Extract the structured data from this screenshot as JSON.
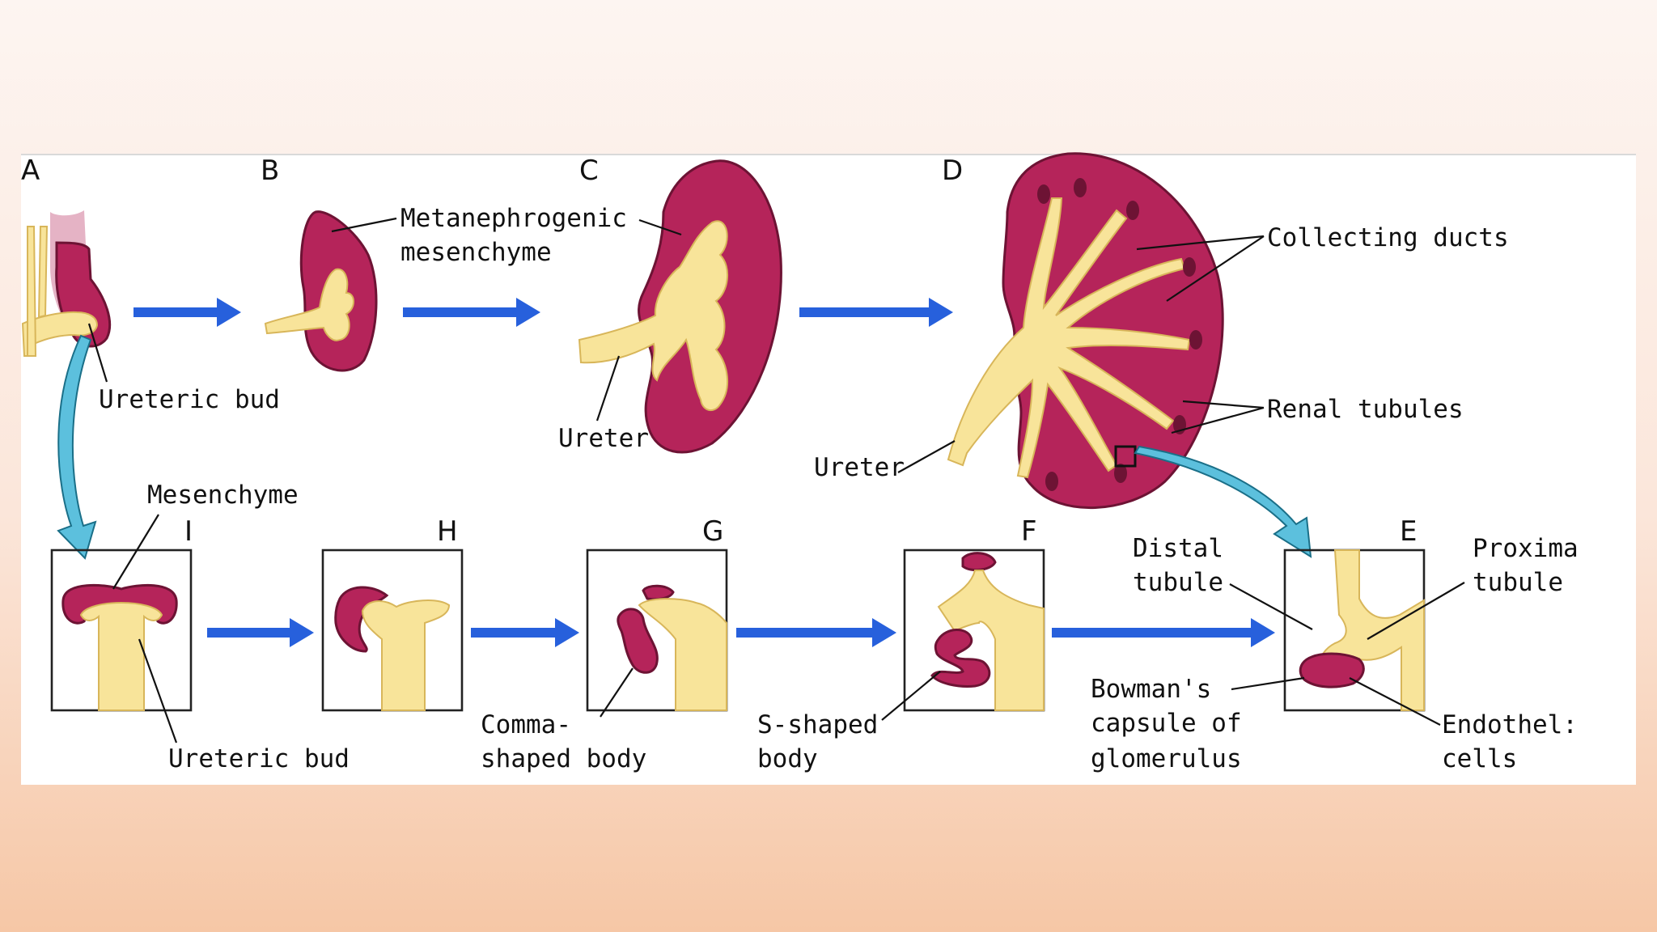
{
  "stage_letters": {
    "a": "A",
    "b": "B",
    "c": "C",
    "d": "D",
    "e": "E",
    "f": "F",
    "g": "G",
    "h": "H",
    "i": "I"
  },
  "labels": {
    "ureteric_bud_top": "Ureteric bud",
    "metanephrogenic_1": "Metanephrogenic",
    "metanephrogenic_2": "mesenchyme",
    "ureter_c": "Ureter",
    "ureter_d": "Ureter",
    "collecting_ducts": "Collecting ducts",
    "renal_tubules": "Renal tubules",
    "mesenchyme": "Mesenchyme",
    "ureteric_bud_bottom": "Ureteric bud",
    "comma_1": "Comma-",
    "comma_2": "shaped body",
    "s_shaped_1": "S-shaped",
    "s_shaped_2": "body",
    "distal_1": "Distal",
    "distal_2": "tubule",
    "proximal_1": "Proxima",
    "proximal_2": "tubule",
    "bowman_1": "Bowman's",
    "bowman_2": "capsule of",
    "bowman_3": "glomerulus",
    "endothelial_1": "Endothel:",
    "endothelial_2": "cells"
  },
  "colors": {
    "tissue": "#b5245a",
    "duct": "#f8e49a",
    "flow_arrow": "#2760dc",
    "zoom_arrow": "#5cc0dd"
  }
}
